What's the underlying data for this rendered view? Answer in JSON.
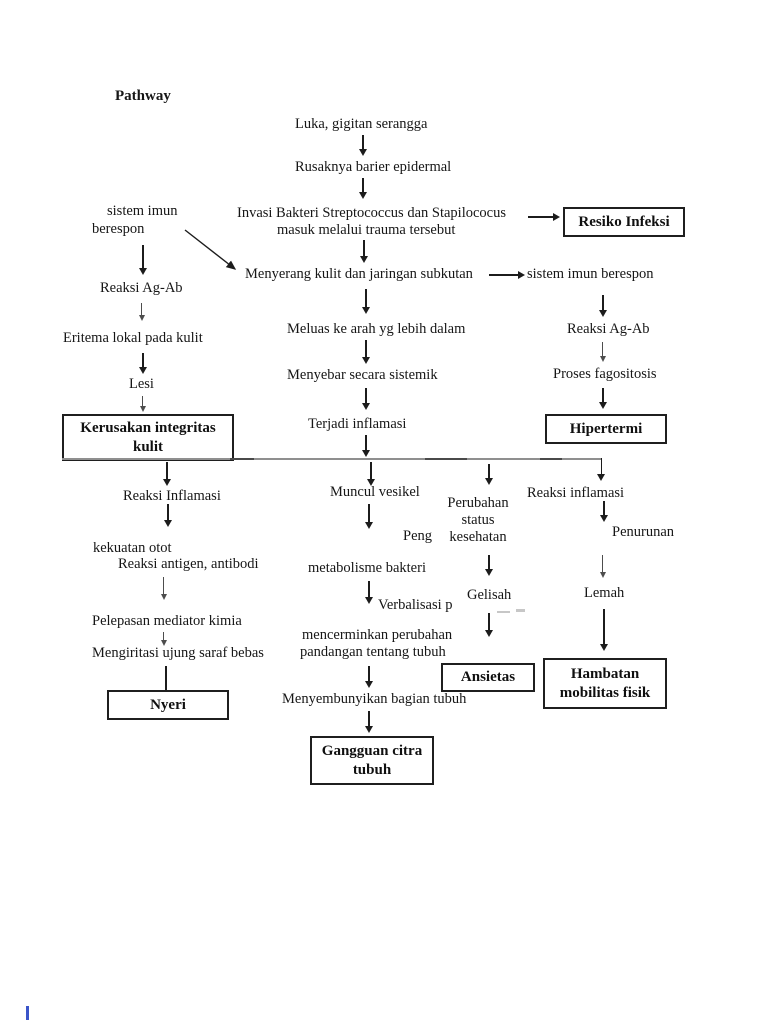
{
  "page": {
    "title": "Pathway"
  },
  "flow": {
    "luka": "Luka, gigitan serangga",
    "rusaknya": "Rusaknya barier epidermal",
    "invasi_1": "Invasi Bakteri Streptococcus dan Stapilococus",
    "invasi_2": "masuk melalui trauma tersebut",
    "sistem_imun_kiri_1": "sistem imun",
    "sistem_imun_kiri_2": "berespon",
    "menyerang": "Menyerang kulit dan jaringan subkutan",
    "sistem_imun_kanan": "sistem imun berespon",
    "reaksi_agab_kiri": "Reaksi Ag-Ab",
    "eritema": "Eritema lokal pada kulit",
    "lesi": "Lesi",
    "meluas": "Meluas ke arah yg lebih dalam",
    "menyebar": "Menyebar secara sistemik",
    "terjadi_inflamasi": "Terjadi inflamasi",
    "reaksi_agab_kanan": "Reaksi Ag-Ab",
    "proses_fagositosis": "Proses fagositosis",
    "reaksi_inflamasi_kiri": "Reaksi Inflamasi",
    "muncul_vesikel": "Muncul vesikel",
    "perubahan_status": "Perubahan status kesehatan",
    "reaksi_inflamasi_kanan": "Reaksi inflamasi",
    "kekuatan_otot": "kekuatan otot",
    "reaksi_antigen": "Reaksi antigen, antibodi",
    "peng_partial": "Peng",
    "metabolisme": "metabolisme bakteri",
    "verbalisasi_partial": "Verbalisasi p",
    "gelisah": "Gelisah",
    "penurunan": "Penurunan",
    "pelepasan": "Pelepasan mediator kimia",
    "mengiritasi": "Mengiritasi ujung saraf bebas",
    "mencerminkan_1": "mencerminkan perubahan",
    "mencerminkan_2": "pandangan tentang tubuh",
    "lemah": "Lemah",
    "menyembunyikan": "Menyembunyikan bagian tubuh"
  },
  "diagnoses": {
    "resiko_infeksi": "Resiko Infeksi",
    "kerusakan_integritas": "Kerusakan integritas kulit",
    "hipertermi": "Hipertermi",
    "nyeri": "Nyeri",
    "ansietas": "Ansietas",
    "hambatan_mobilitas": "Hambatan mobilitas fisik",
    "gangguan_citra": "Gangguan citra tubuh"
  },
  "colors": {
    "ink": "#1c1c1c",
    "divider": "#8f8f8f",
    "cursor_blue": "#3b55c9"
  }
}
